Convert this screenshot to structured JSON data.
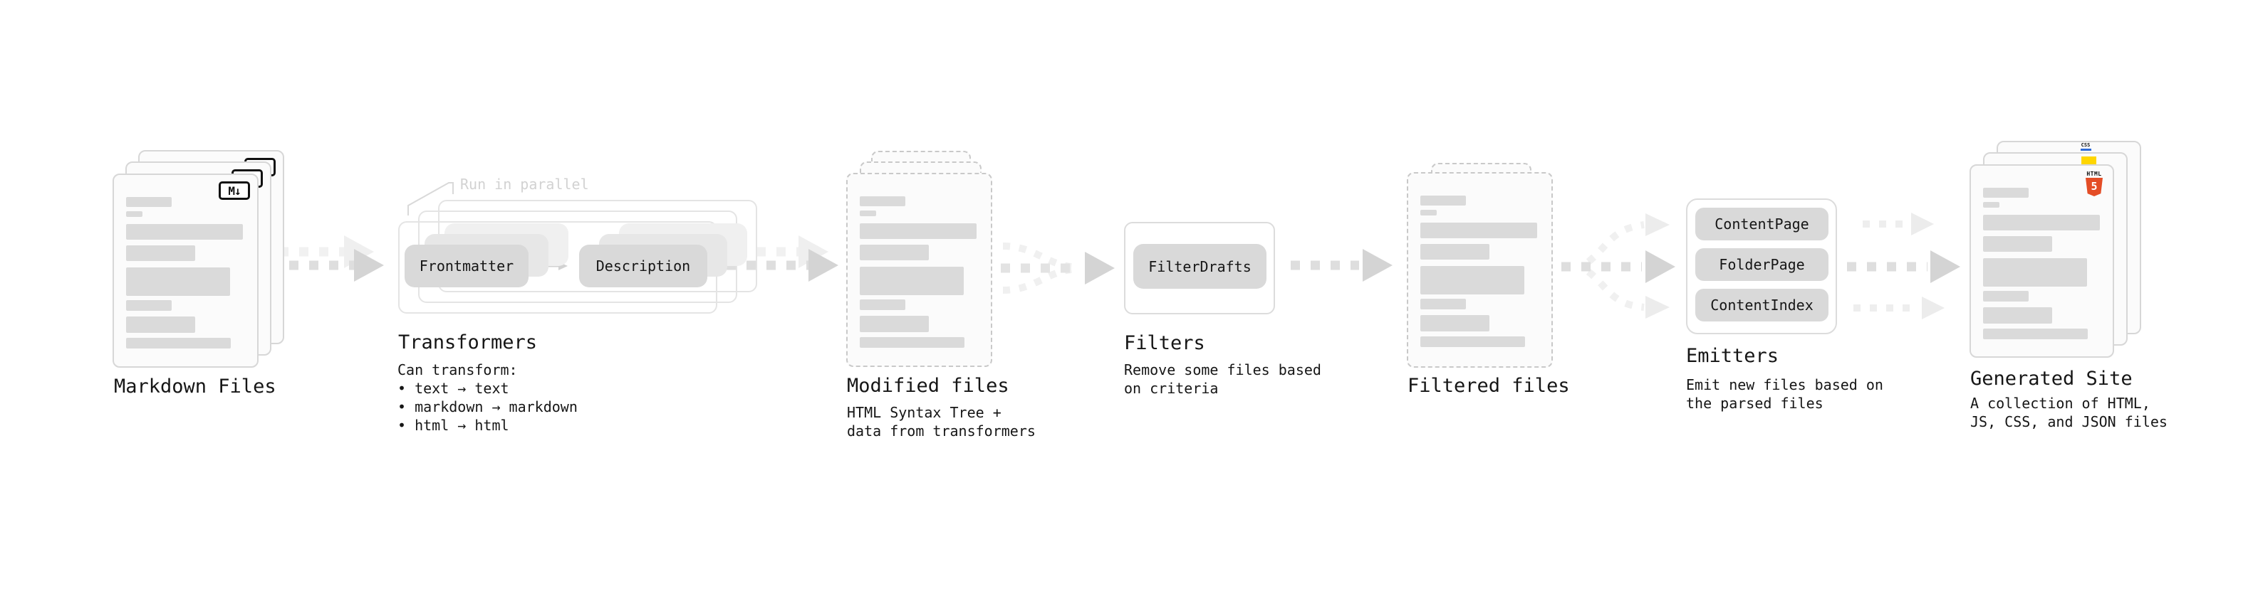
{
  "colors": {
    "html5_orange": "#e44d26",
    "js_yellow": "#ffd600",
    "css_blue": "#2e6bd8"
  },
  "nodes": {
    "markdown": {
      "label": "Markdown Files",
      "icon_text": "M↓"
    },
    "transformers": {
      "label": "Transformers",
      "annotation": "Run in parallel",
      "desc": "Can transform:\n • text → text\n • markdown → markdown\n • html → html",
      "boxes": {
        "frontmatter": "Frontmatter",
        "description": "Description"
      }
    },
    "modified": {
      "label": "Modified files",
      "desc": "HTML Syntax Tree +\ndata from transformers"
    },
    "filters": {
      "label": "Filters",
      "desc": "Remove some files based\non criteria",
      "boxes": {
        "filter_drafts": "FilterDrafts"
      }
    },
    "filtered": {
      "label": "Filtered files"
    },
    "emitters": {
      "label": "Emitters",
      "desc": "Emit new files based on\nthe parsed files",
      "boxes": {
        "content_page": "ContentPage",
        "folder_page": "FolderPage",
        "content_index": "ContentIndex"
      }
    },
    "generated": {
      "label": "Generated Site",
      "desc": "A collection of HTML,\nJS, CSS, and JSON files",
      "icons": {
        "html_label": "HTML",
        "html_five": "5",
        "css_label": "CSS"
      }
    }
  }
}
